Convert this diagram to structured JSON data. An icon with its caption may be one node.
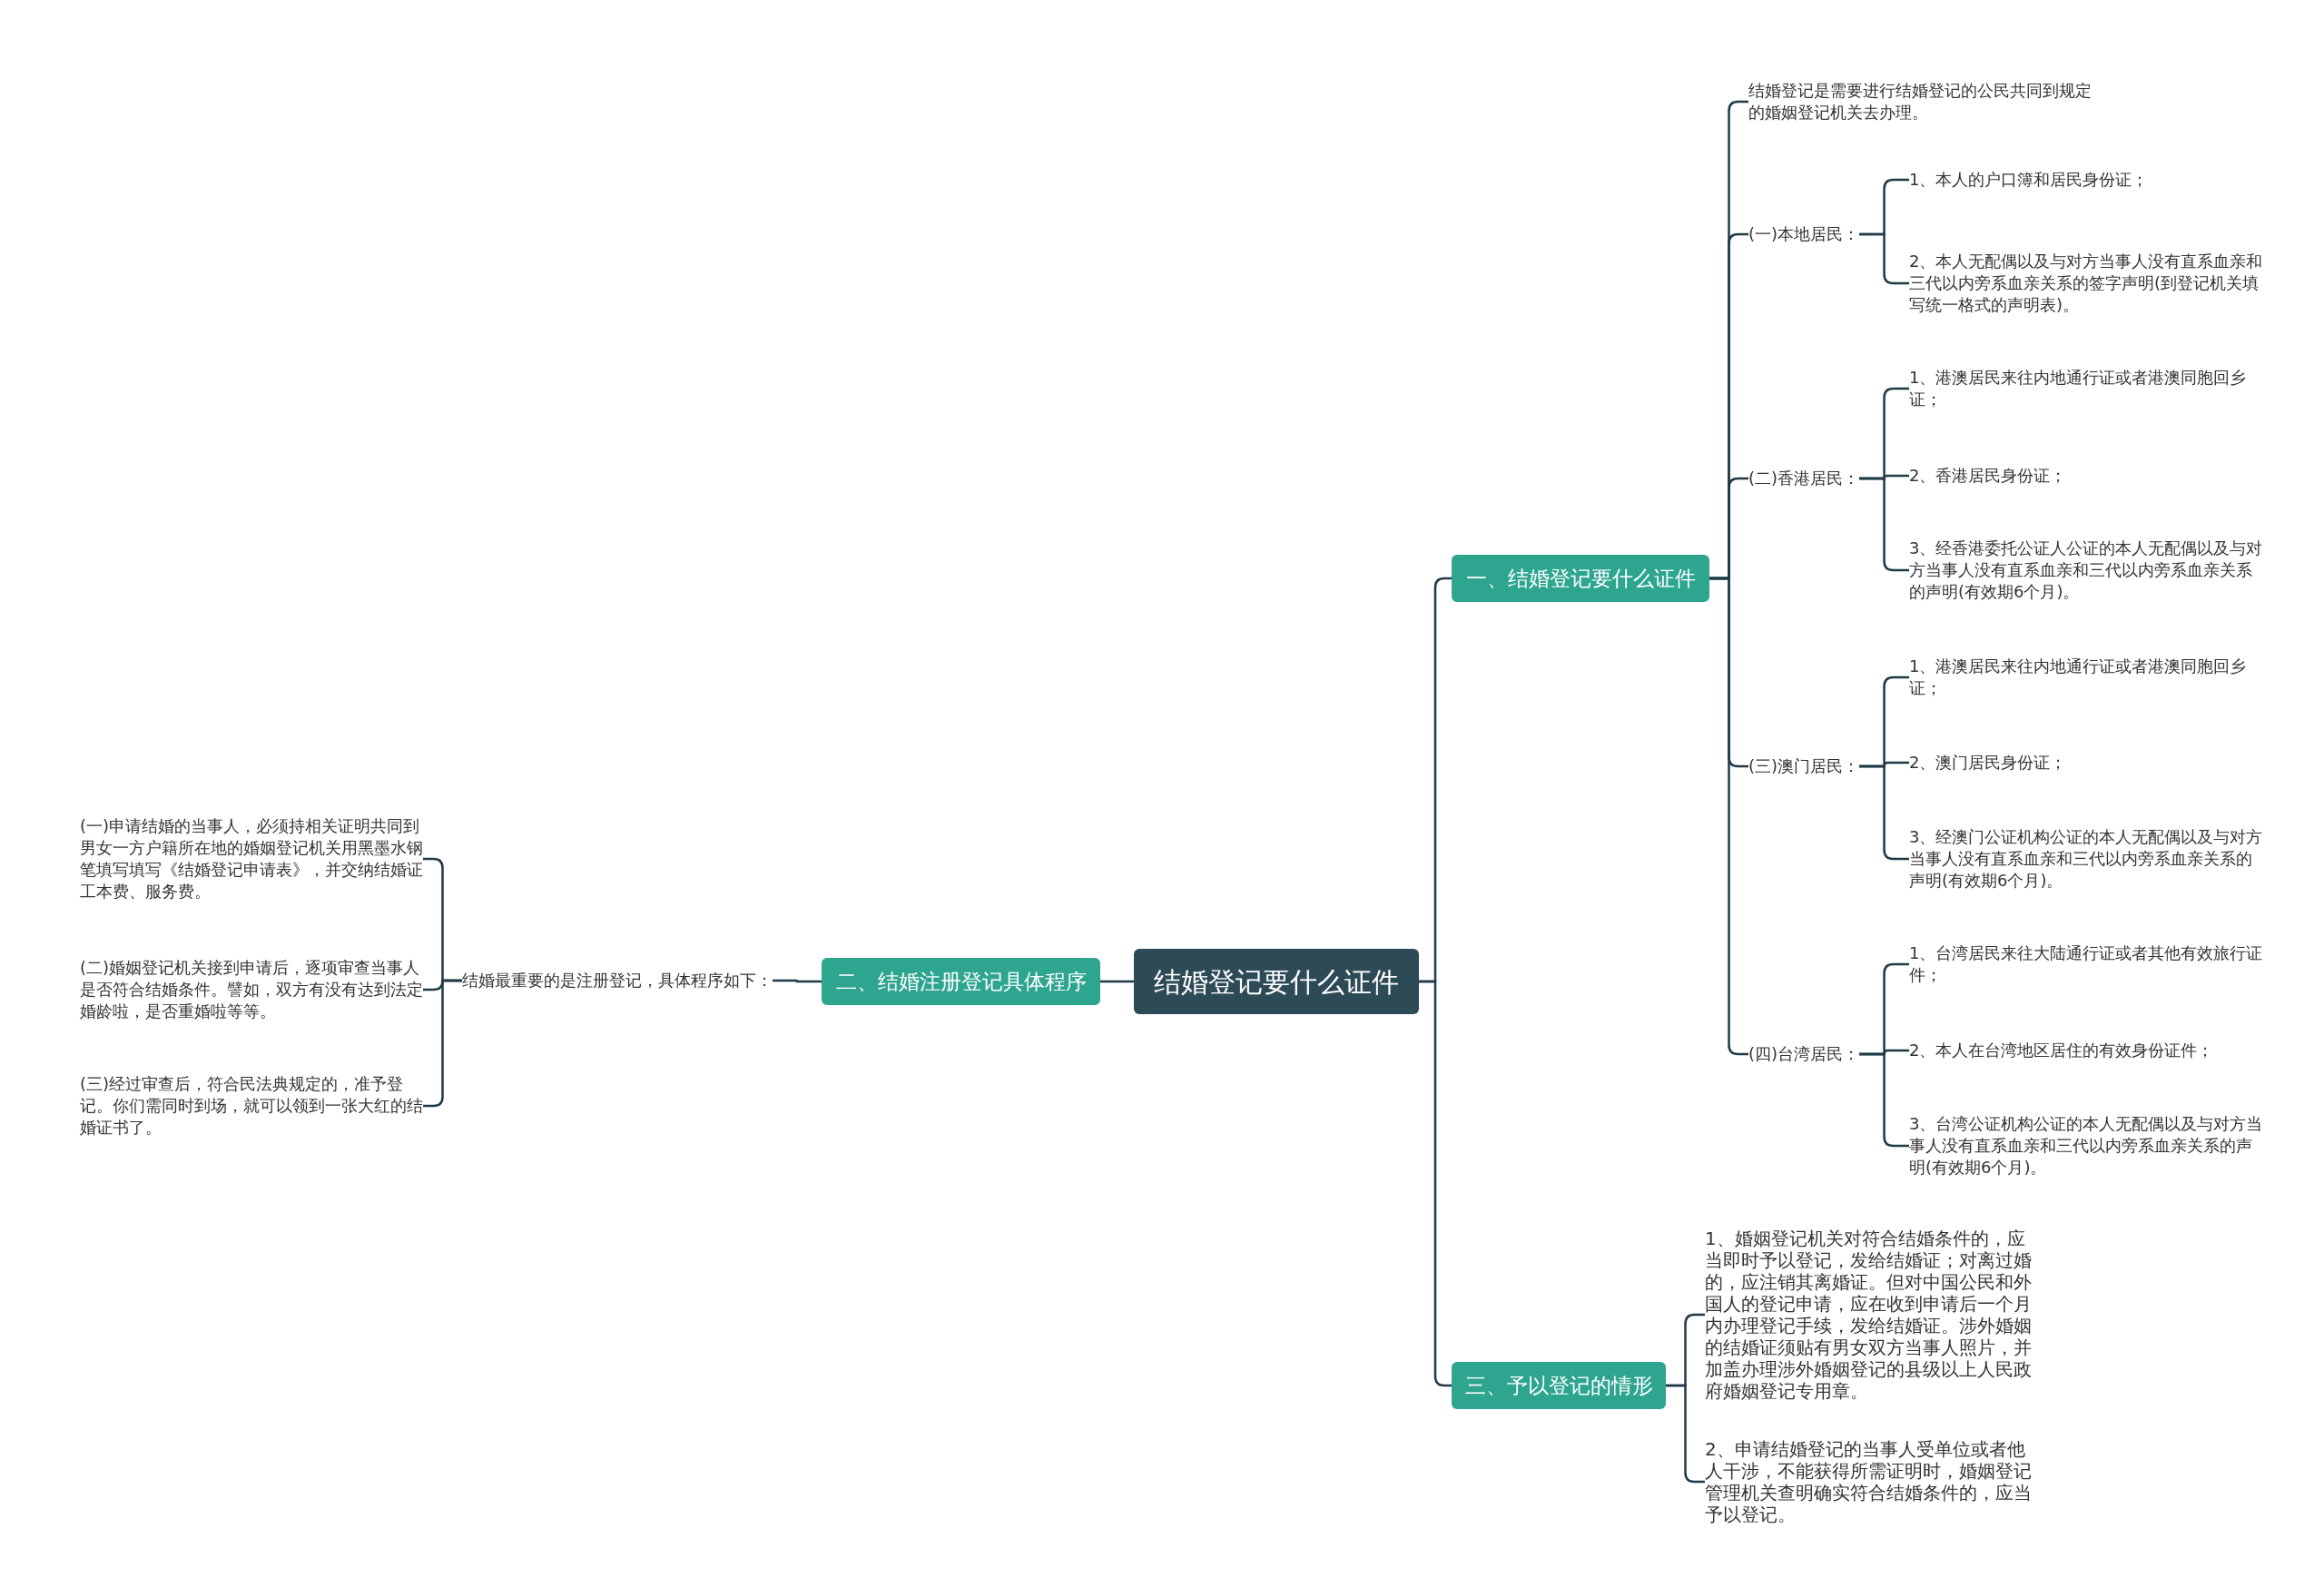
{
  "diagram": {
    "nodes": [
      {
        "text": [
          "结婚登记要什么证件"
        ]
      },
      {
        "text": [
          "一、结婚登记要什么证件"
        ]
      },
      {
        "text": [
          "结婚登记是需要进行结婚登记的公民共同到规定的婚姻登记机关去办理。"
        ]
      },
      {
        "text": [
          "(一)本地居民："
        ]
      },
      {
        "text": [
          "1、本人的户口簿和居民身份证；"
        ]
      },
      {
        "text": [
          "2、本人无配偶以及与对方当事人没有直系血亲和三代以内旁系血亲关系的签字声明(到登记机关填写统一格式的声明表)。"
        ]
      },
      {
        "text": [
          "(二)香港居民："
        ]
      },
      {
        "text": [
          "1、港澳居民来往内地通行证或者港澳同胞回乡证；"
        ]
      },
      {
        "text": [
          "2、香港居民身份证；"
        ]
      },
      {
        "text": [
          "3、经香港委托公证人公证的本人无配偶以及与对方当事人没有直系血亲和三代以内旁系血亲关系的声明(有效期6个月)。"
        ]
      },
      {
        "text": [
          "(三)澳门居民："
        ]
      },
      {
        "text": [
          "1、港澳居民来往内地通行证或者港澳同胞回乡证；"
        ]
      },
      {
        "text": [
          "2、澳门居民身份证；"
        ]
      },
      {
        "text": [
          "3、经澳门公证机构公证的本人无配偶以及与对方当事人没有直系血亲和三代以内旁系血亲关系的声明(有效期6个月)。"
        ]
      },
      {
        "text": [
          "(四)台湾居民："
        ]
      },
      {
        "text": [
          "1、台湾居民来往大陆通行证或者其他有效旅行证件；"
        ]
      },
      {
        "text": [
          "2、本人在台湾地区居住的有效身份证件；"
        ]
      },
      {
        "text": [
          "3、台湾公证机构公证的本人无配偶以及与对方当事人没有直系血亲和三代以内旁系血亲关系的声明(有效期6个月)。"
        ]
      },
      {
        "text": [
          "二、结婚注册登记具体程序"
        ]
      },
      {
        "text": [
          "结婚最重要的是注册登记，具体程序如下："
        ]
      },
      {
        "text": [
          "(一)申请结婚的当事人，必须持相关证明共同到男女一方户籍所在地的婚姻登记机关用黑墨水钢笔填写填写《结婚登记申请表》，并交纳结婚证工本费、服务费。"
        ]
      },
      {
        "text": [
          "(二)婚姻登记机关接到申请后，逐项审查当事人是否符合结婚条件。譬如，双方有没有达到法定婚龄啦，是否重婚啦等等。"
        ]
      },
      {
        "text": [
          "(三)经过审查后，符合民法典规定的，准予登记。你们需同时到场，就可以领到一张大红的结婚证书了。"
        ]
      },
      {
        "text": [
          "三、予以登记的情形"
        ]
      },
      {
        "text": [
          "1、婚姻登记机关对符合结婚条件的，应当即时予以登记，发给结婚证；对离过婚的，应注销其离婚证。但对中国公民和外国人的登记申请，应在收到申请后一个月内办理登记手续，发给结婚证。涉外婚姻的结婚证须贴有男女双方当事人照片，并加盖办理涉外婚姻登记的县级以上人民政府婚姻登记专用章。"
        ]
      },
      {
        "text": [
          "2、申请结婚登记的当事人受单位或者他人干涉，不能获得所需证明时，婚姻登记管理机关查明确实符合结婚条件的，应当予以登记。"
        ]
      }
    ],
    "edges": [
      {
        "from": 0,
        "to": 1,
        "arrow": "none"
      },
      {
        "from": 1,
        "to": 2,
        "arrow": "none"
      },
      {
        "from": 1,
        "to": 3,
        "arrow": "none"
      },
      {
        "from": 3,
        "to": 4,
        "arrow": "none"
      },
      {
        "from": 3,
        "to": 5,
        "arrow": "none"
      },
      {
        "from": 1,
        "to": 6,
        "arrow": "none"
      },
      {
        "from": 6,
        "to": 7,
        "arrow": "none"
      },
      {
        "from": 6,
        "to": 8,
        "arrow": "none"
      },
      {
        "from": 6,
        "to": 9,
        "arrow": "none"
      },
      {
        "from": 1,
        "to": 10,
        "arrow": "none"
      },
      {
        "from": 10,
        "to": 11,
        "arrow": "none"
      },
      {
        "from": 10,
        "to": 12,
        "arrow": "none"
      },
      {
        "from": 10,
        "to": 13,
        "arrow": "none"
      },
      {
        "from": 1,
        "to": 14,
        "arrow": "none"
      },
      {
        "from": 14,
        "to": 15,
        "arrow": "none"
      },
      {
        "from": 14,
        "to": 16,
        "arrow": "none"
      },
      {
        "from": 14,
        "to": 17,
        "arrow": "none"
      },
      {
        "from": 0,
        "to": 18,
        "arrow": "none"
      },
      {
        "from": 18,
        "to": 19,
        "arrow": "none"
      },
      {
        "from": 19,
        "to": 20,
        "arrow": "none"
      },
      {
        "from": 19,
        "to": 21,
        "arrow": "none"
      },
      {
        "from": 19,
        "to": 22,
        "arrow": "none"
      },
      {
        "from": 0,
        "to": 23,
        "arrow": "none"
      },
      {
        "from": 23,
        "to": 24,
        "arrow": "none"
      },
      {
        "from": 23,
        "to": 25,
        "arrow": "none"
      }
    ]
  }
}
